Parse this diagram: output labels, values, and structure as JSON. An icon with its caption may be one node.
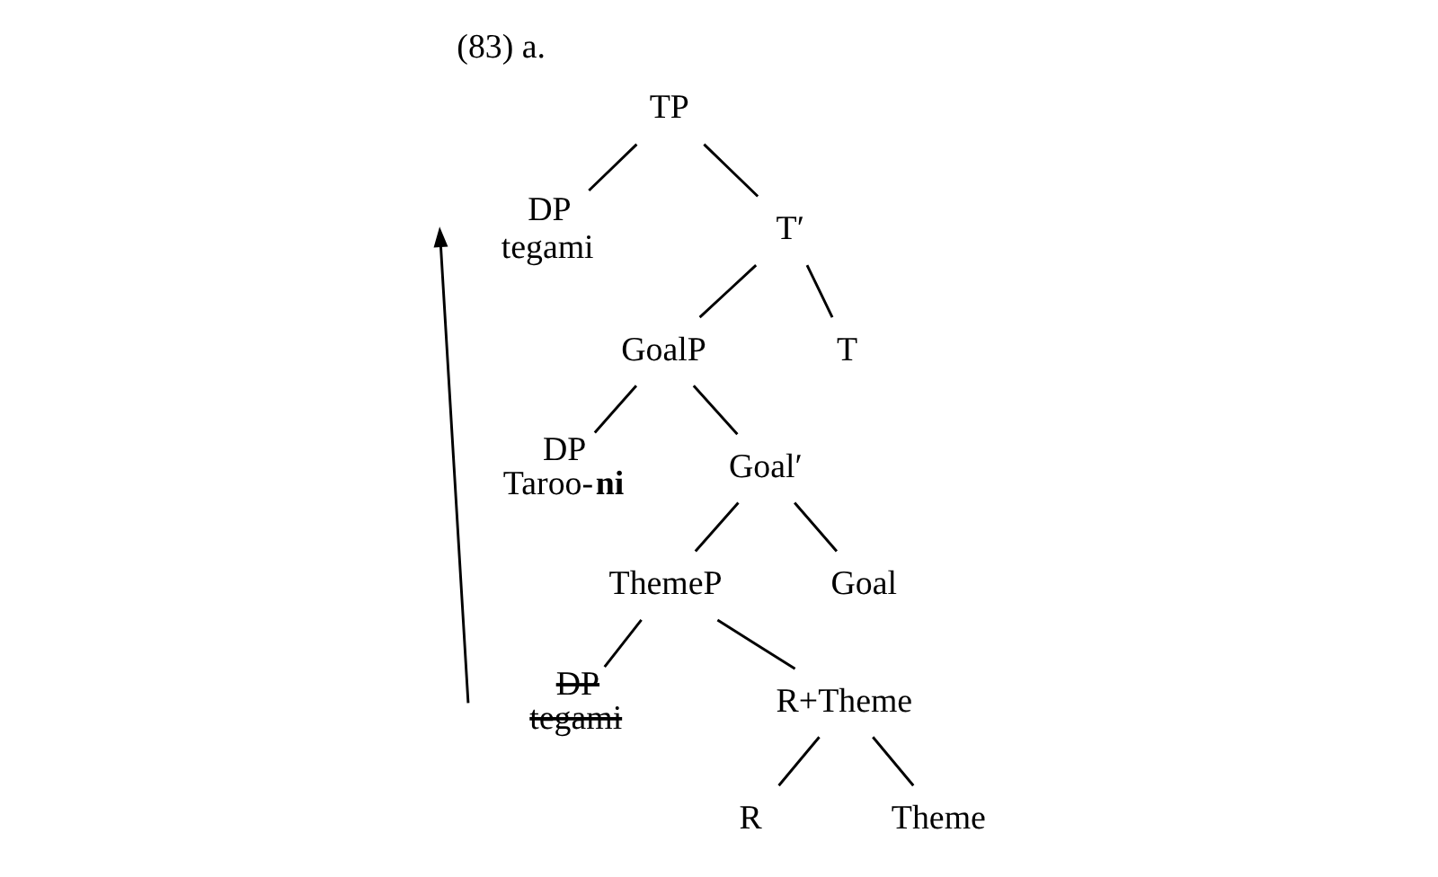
{
  "diagram": {
    "title": "(83) a.",
    "nodes": [
      {
        "text": [
          "TP"
        ]
      },
      {
        "text": [
          "DP",
          "tegami"
        ]
      },
      {
        "text": [
          "T′"
        ]
      },
      {
        "text": [
          "GoalP"
        ]
      },
      {
        "text": [
          "T"
        ]
      },
      {
        "text": [
          "DP",
          "Taroo-**ni**"
        ]
      },
      {
        "text": [
          "Goal′"
        ]
      },
      {
        "text": [
          "ThemeP"
        ]
      },
      {
        "text": [
          "Goal"
        ]
      },
      {
        "text": [
          "DP",
          "tegami"
        ]
      },
      {
        "text": [
          "R+Theme"
        ]
      },
      {
        "text": [
          "R"
        ]
      },
      {
        "text": [
          "Theme"
        ]
      }
    ],
    "edges": [
      {
        "from": 0,
        "to": 1,
        "arrow": "none"
      },
      {
        "from": 0,
        "to": 2,
        "arrow": "none"
      },
      {
        "from": 2,
        "to": 3,
        "arrow": "none"
      },
      {
        "from": 2,
        "to": 4,
        "arrow": "none"
      },
      {
        "from": 3,
        "to": 5,
        "arrow": "none"
      },
      {
        "from": 3,
        "to": 6,
        "arrow": "none"
      },
      {
        "from": 6,
        "to": 7,
        "arrow": "none"
      },
      {
        "from": 6,
        "to": 8,
        "arrow": "none"
      },
      {
        "from": 7,
        "to": 9,
        "arrow": "none"
      },
      {
        "from": 7,
        "to": 10,
        "arrow": "none"
      },
      {
        "from": 10,
        "to": 11,
        "arrow": "none"
      },
      {
        "from": 10,
        "to": 12,
        "arrow": "none"
      },
      {
        "from": 9,
        "to": 1,
        "arrow": "to"
      }
    ]
  }
}
